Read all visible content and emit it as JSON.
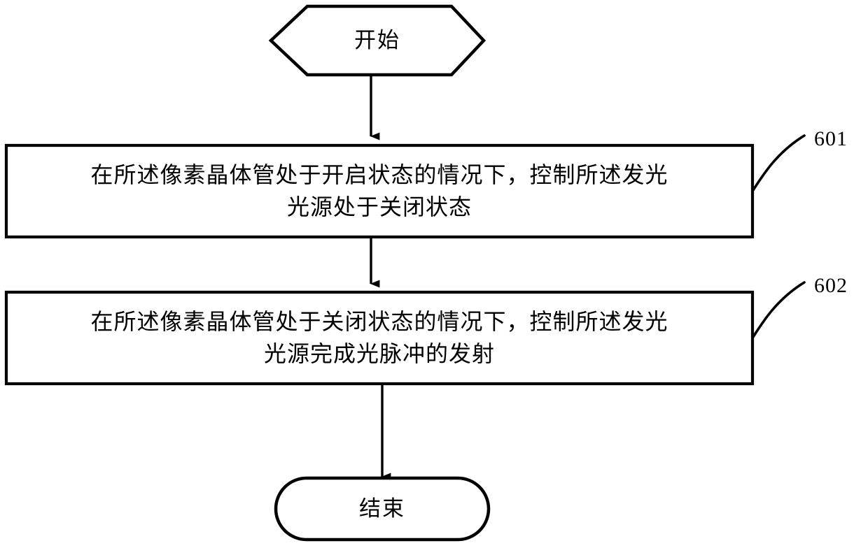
{
  "diagram": {
    "type": "flowchart",
    "orientation": "vertical",
    "background_color": "#ffffff",
    "stroke_color": "#000000",
    "fill_color": "#ffffff",
    "nodes": [
      {
        "id": "start",
        "shape": "hexagon",
        "label": "开始",
        "ref": ""
      },
      {
        "id": "step-601",
        "shape": "rectangle",
        "label": "在所述像素晶体管处于开启状态的情况下，控制所述发光\n光源处于关闭状态",
        "ref": "601"
      },
      {
        "id": "step-602",
        "shape": "rectangle",
        "label": "在所述像素晶体管处于关闭状态的情况下，控制所述发光\n光源完成光脉冲的发射",
        "ref": "602"
      },
      {
        "id": "end",
        "shape": "stadium",
        "label": "结束",
        "ref": ""
      }
    ],
    "edges": [
      {
        "from": "start",
        "to": "step-601",
        "arrow": "down"
      },
      {
        "from": "step-601",
        "to": "step-602",
        "arrow": "down"
      },
      {
        "from": "step-602",
        "to": "end",
        "arrow": "down"
      }
    ],
    "leaders": [
      {
        "for": "step-601",
        "label": "601"
      },
      {
        "for": "step-602",
        "label": "602"
      }
    ]
  }
}
